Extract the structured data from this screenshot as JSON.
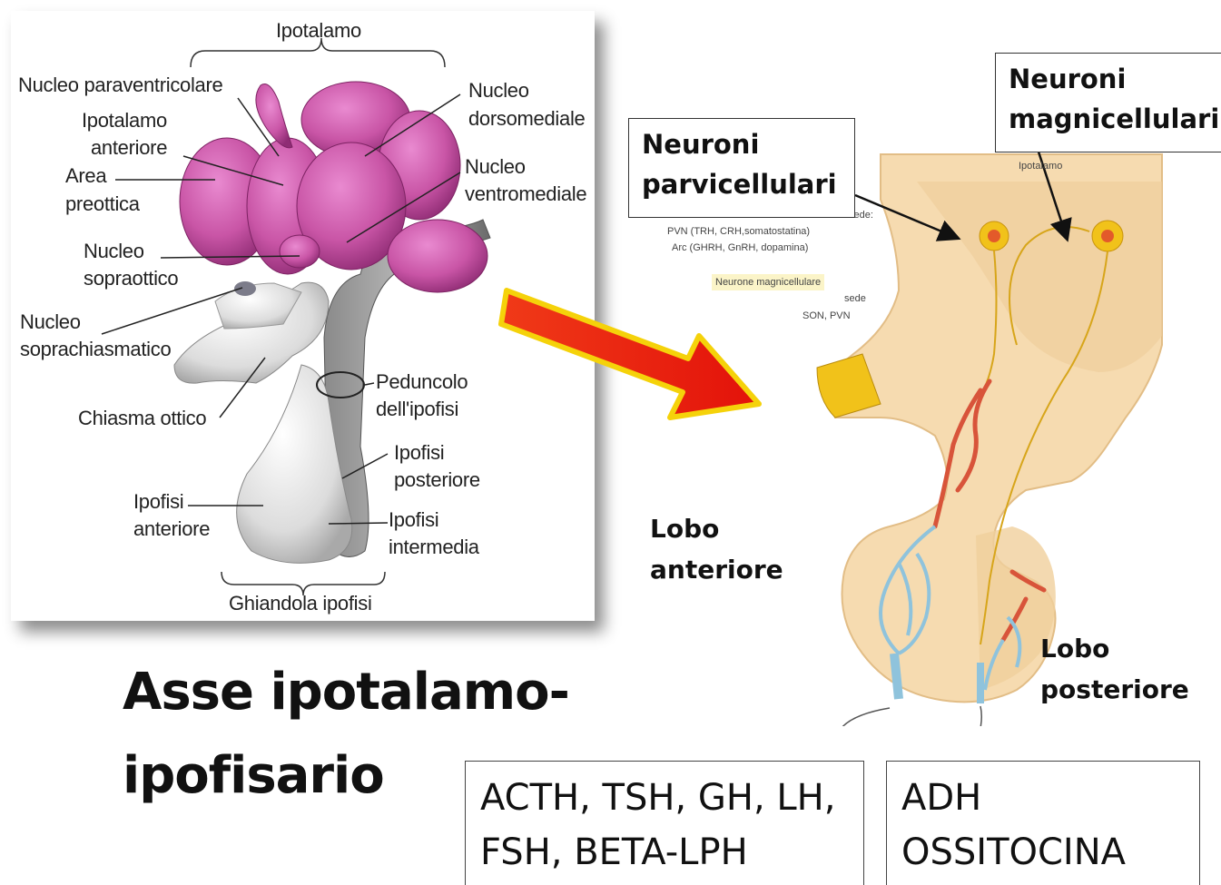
{
  "left_diagram": {
    "labels": {
      "ipotalamo": "Ipotalamo",
      "nucleo_paraventricolare": "Nucleo paraventricolare",
      "ipotalamo_anteriore_1": "Ipotalamo",
      "ipotalamo_anteriore_2": "anteriore",
      "area_preottica_1": "Area",
      "area_preottica_2": "preottica",
      "nucleo_sopraottico_1": "Nucleo",
      "nucleo_sopraottico_2": "sopraottico",
      "nucleo_soprachiasmatico_1": "Nucleo",
      "nucleo_soprachiasmatico_2": "soprachiasmatico",
      "chiasma_ottico": "Chiasma ottico",
      "ipofisi_anteriore_1": "Ipofisi",
      "ipofisi_anteriore_2": "anteriore",
      "ghiandola_ipofisi": "Ghiandola ipofisi",
      "nucleo_dorsomediale_1": "Nucleo",
      "nucleo_dorsomediale_2": "dorsomediale",
      "nucleo_ventromediale_1": "Nucleo",
      "nucleo_ventromediale_2": "ventromediale",
      "peduncolo_1": "Peduncolo",
      "peduncolo_2": "dell'ipofisi",
      "ipofisi_posteriore_1": "Ipofisi",
      "ipofisi_posteriore_2": "posteriore",
      "ipofisi_intermedia_1": "Ipofisi",
      "ipofisi_intermedia_2": "intermedia"
    }
  },
  "title": {
    "line1": "Asse ipotalamo-",
    "line2": "ipofisario"
  },
  "right_diagram": {
    "box_parvicellulari": [
      "Neuroni",
      "parvicellulari"
    ],
    "box_magnicellulari": [
      "Neuroni",
      "magnicellulari"
    ],
    "small_text": {
      "ipotalamo": "Ipotalamo",
      "sede": "sede:",
      "pvn": "PVN (TRH, CRH,somatostatina)",
      "arc": "Arc (GHRH, GnRH, dopamina)",
      "neurone_magnicellulare": "Neurone magnicellulare",
      "sede2": "sede",
      "son_pvn": "SON, PVN"
    },
    "lobo_anteriore": [
      "Lobo",
      "anteriore"
    ],
    "lobo_posteriore": [
      "Lobo",
      "posteriore"
    ]
  },
  "hormones": {
    "anterior": [
      "ACTH, TSH, GH, LH,",
      "FSH, BETA-LPH"
    ],
    "posterior": [
      "ADH",
      "OSSITOCINA"
    ]
  },
  "colors": {
    "hypothalamus_pink": "#c95aa6",
    "arrow_red": "#e8160c",
    "arrow_yellow": "#f5d20a",
    "tissue_beige": "#f6dbb0",
    "neuron_yellow": "#e8b81c",
    "vessel_red": "#d8543a",
    "vessel_blue": "#8fc3dc"
  }
}
